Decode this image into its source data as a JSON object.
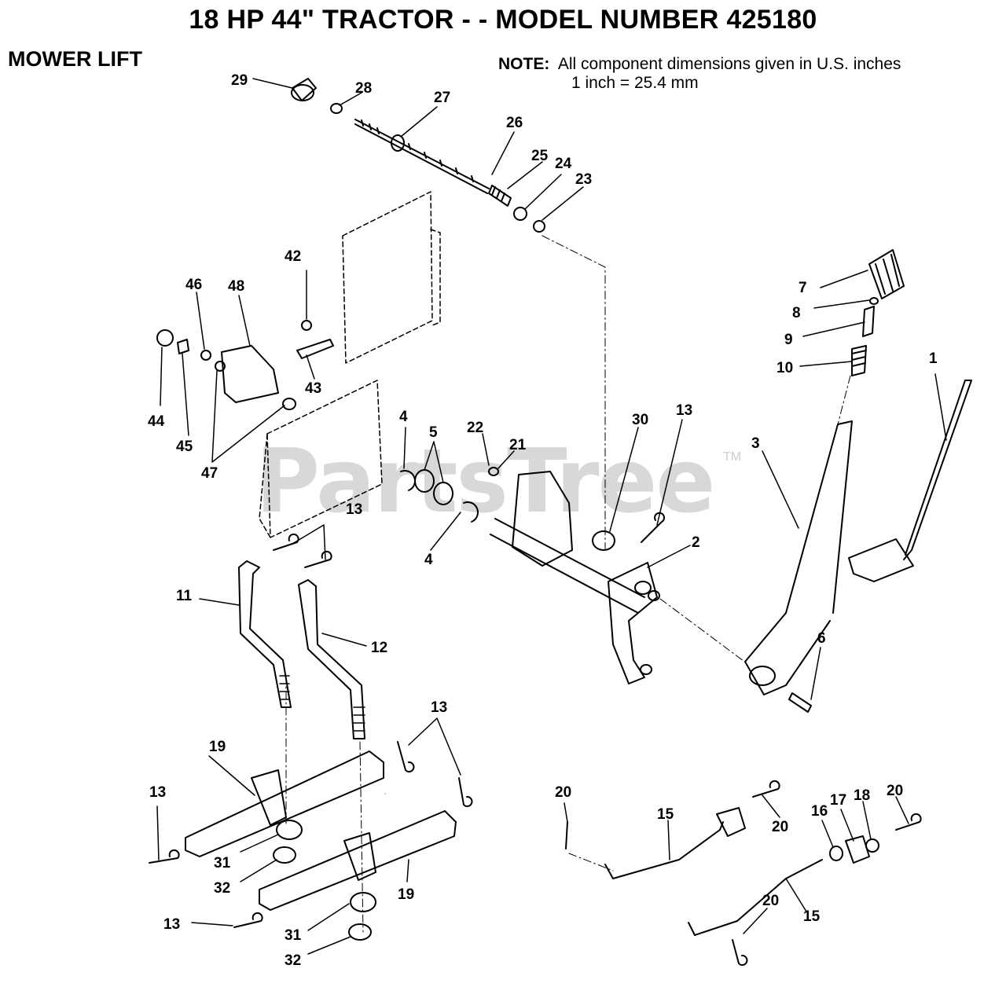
{
  "header": {
    "title": "18 HP 44\" TRACTOR - - MODEL NUMBER 425180",
    "section": "MOWER LIFT"
  },
  "note": {
    "label": "NOTE:",
    "line1": "All component dimensions given in U.S. inches",
    "line2": "1 inch = 25.4 mm"
  },
  "watermark": {
    "text": "PartsTree",
    "tm": "TM"
  },
  "callouts": {
    "c29": "29",
    "c28": "28",
    "c27": "27",
    "c26": "26",
    "c25": "25",
    "c24": "24",
    "c23": "23",
    "c42": "42",
    "c46": "46",
    "c48": "48",
    "c43": "43",
    "c44": "44",
    "c45": "45",
    "c47": "47",
    "c7": "7",
    "c8": "8",
    "c9": "9",
    "c10": "10",
    "c1": "1",
    "c3": "3",
    "c4a": "4",
    "c4b": "4",
    "c5": "5",
    "c22": "22",
    "c21": "21",
    "c30": "30",
    "c13a": "13",
    "c13b": "13",
    "c13c": "13",
    "c13d": "13",
    "c13e": "13",
    "c2": "2",
    "c11": "11",
    "c12": "12",
    "c6": "6",
    "c19a": "19",
    "c19b": "19",
    "c31a": "31",
    "c31b": "31",
    "c32a": "32",
    "c32b": "32",
    "c20a": "20",
    "c20b": "20",
    "c20c": "20",
    "c20d": "20",
    "c15a": "15",
    "c15b": "15",
    "c16": "16",
    "c17": "17",
    "c18": "18"
  }
}
